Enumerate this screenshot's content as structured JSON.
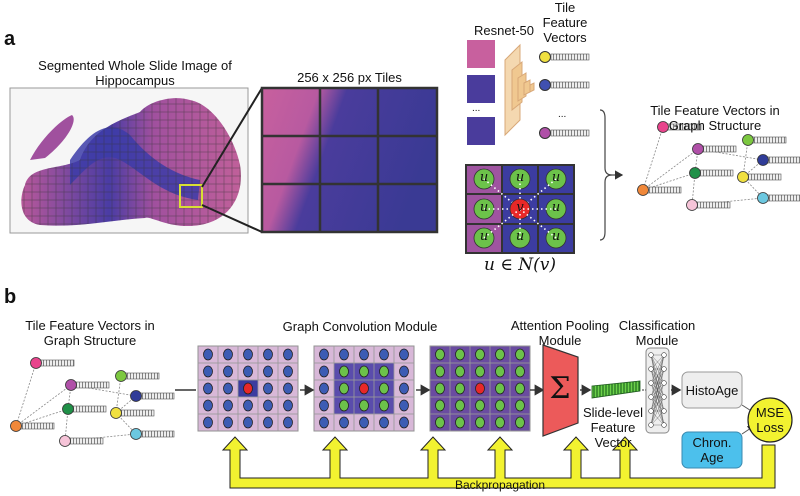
{
  "panel_a": {
    "label": "a",
    "wsi_title_line1": "Segmented Whole Slide Image of",
    "wsi_title_line2": "Hippocampus",
    "tiles_title": "256 x 256 px Tiles",
    "resnet_label": "Resnet-50",
    "tfv_line1": "Tile",
    "tfv_line2": "Feature",
    "tfv_line3": "Vectors",
    "ellipsis": "...",
    "neighborhood_formula": "u ∈ N(v)",
    "node_u": "u",
    "node_v": "v",
    "graph_title_line1": "Tile Feature Vectors in",
    "graph_title_line2": "Graph Structure"
  },
  "panel_b": {
    "label": "b",
    "graph_title_line1": "Tile Feature Vectors in",
    "graph_title_line2": "Graph Structure",
    "gcm_title": "Graph Convolution Module",
    "apm_line1": "Attention Pooling",
    "apm_line2": "Module",
    "sigma": "Σ",
    "cls_line1": "Classification",
    "cls_line2": "Module",
    "slide_line1": "Slide-level",
    "slide_line2": "Feature",
    "slide_line3": "Vector",
    "histoage": "HistoAge",
    "chron_line1": "Chron.",
    "chron_line2": "Age",
    "mse_line1": "MSE",
    "mse_line2": "Loss",
    "backprop": "Backpropagation"
  },
  "colors": {
    "tissue_pink": "#c0609a",
    "tissue_blue": "#3c3c9c",
    "highlight_yellow": "#e8e84a",
    "node_green": "#6cc24a",
    "node_red": "#e82828",
    "node_blue": "#3c5cb4",
    "pooling_red": "#ec5a5a",
    "chron_blue": "#4cc0ec",
    "histo_gray": "#eeeeee",
    "arrow_yellow": "#f2f230"
  }
}
